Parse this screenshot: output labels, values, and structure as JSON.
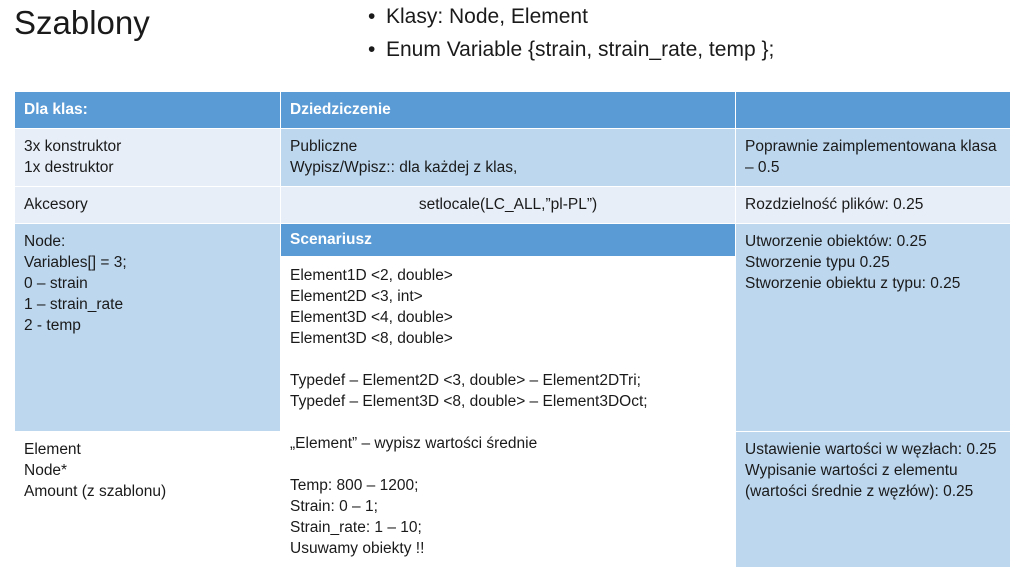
{
  "slide": {
    "title": "Szablony",
    "bullets": [
      "Klasy: Node, Element",
      "Enum Variable {strain, strain_rate, temp };"
    ],
    "bullet_marker": "•"
  },
  "table": {
    "headers": {
      "col1": "Dla klas:",
      "col2": "Dziedziczenie",
      "col3": ""
    },
    "rows": [
      {
        "col1": "3x konstruktor\n1x destruktor",
        "col2": "Publiczne\nWypisz/Wpisz:: dla każdej z klas,",
        "col3": "Poprawnie zaimplementowana klasa – 0.5"
      },
      {
        "col1": "Akcesory",
        "col2": "setlocale(LC_ALL,”pl-PL”)",
        "col3": "Rozdzielność plików: 0.25"
      },
      {
        "col1": "Node:\nVariables[] = 3;\n0 – strain\n1 – strain_rate\n2 - temp",
        "col2_header": "Scenariusz",
        "col2": "Element1D <2, double>\nElement2D <3, int>\nElement3D <4, double>\nElement3D <8, double>\n\nTypedef – Element2D <3, double> – Element2DTri;\nTypedef – Element3D <8, double> – Element3DOct;\n\n„Element” – wypisz wartości średnie\n\nTemp: 800 – 1200;\nStrain: 0 – 1;\nStrain_rate: 1 – 10;\nUsuwamy obiekty !!",
        "col3": "Utworzenie obiektów: 0.25\nStworzenie typu 0.25\nStworzenie obiektu z typu: 0.25",
        "col3b": "Ustawienie wartości w węzłach: 0.25\nWypisanie wartości z elementu (wartości średnie z węzłów): 0.25"
      },
      {
        "col1": "Element\nNode*\nAmount (z szablonu)"
      }
    ]
  },
  "colors": {
    "header_blue": "#5b9bd5",
    "cell_blue_dark": "#bdd7ee",
    "cell_blue_light": "#e7eef8",
    "text": "#1a1a1a"
  }
}
